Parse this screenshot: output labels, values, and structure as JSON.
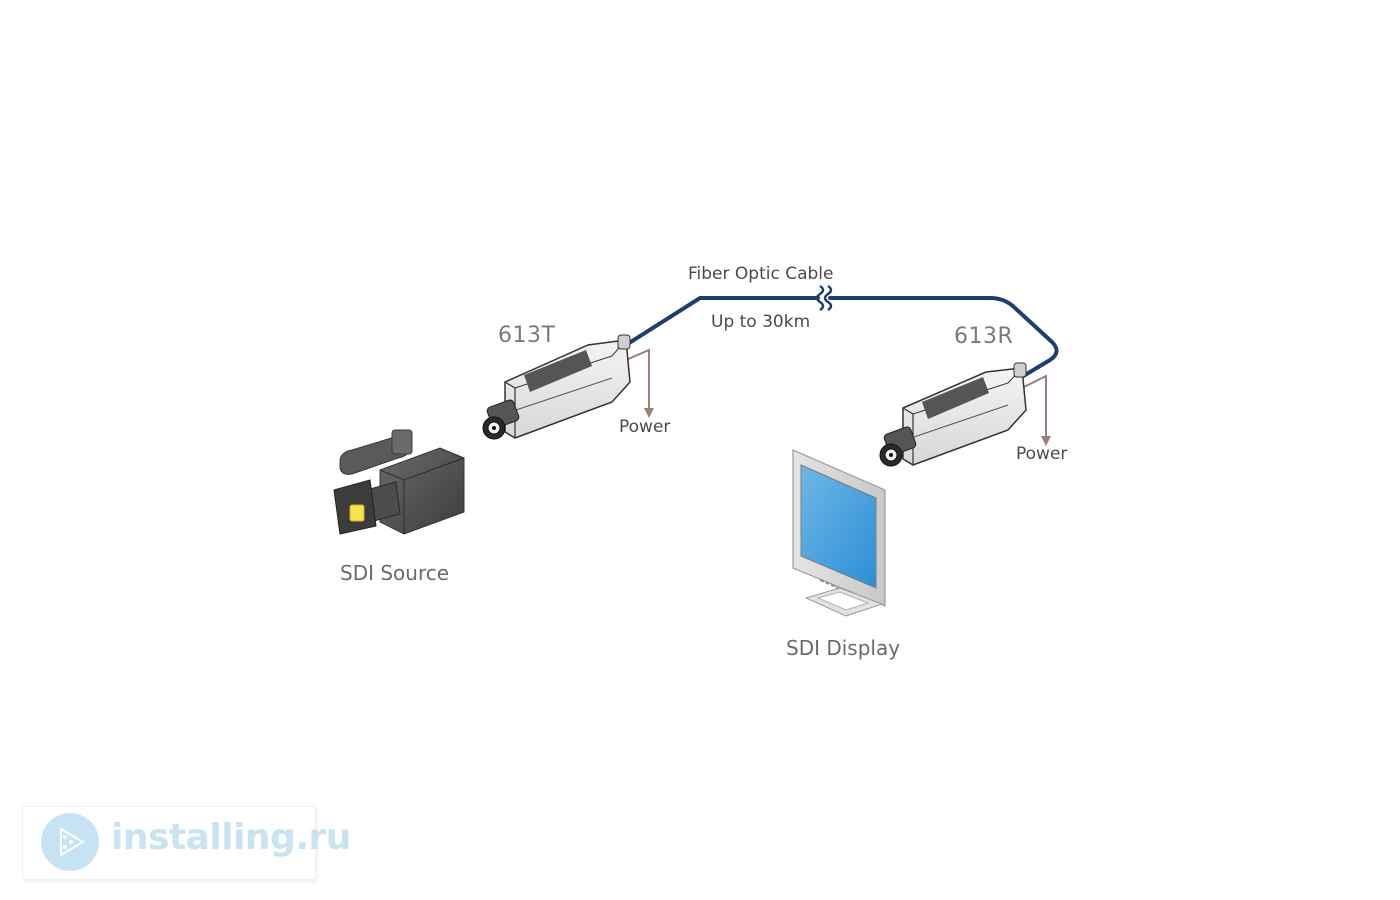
{
  "diagram": {
    "cable": {
      "label": "Fiber Optic Cable",
      "distance": "Up to 30km",
      "color": "#1e3f6e"
    },
    "transmitter": {
      "model": "613T",
      "power_label": "Power"
    },
    "receiver": {
      "model": "613R",
      "power_label": "Power"
    },
    "source": {
      "label": "SDI Source",
      "icon": "video-camera-icon"
    },
    "display": {
      "label": "SDI Display",
      "icon": "monitor-icon"
    },
    "power_line_color": "#9a7f78"
  },
  "watermark": {
    "text": "installing.ru",
    "icon": "installing-logo-icon"
  }
}
